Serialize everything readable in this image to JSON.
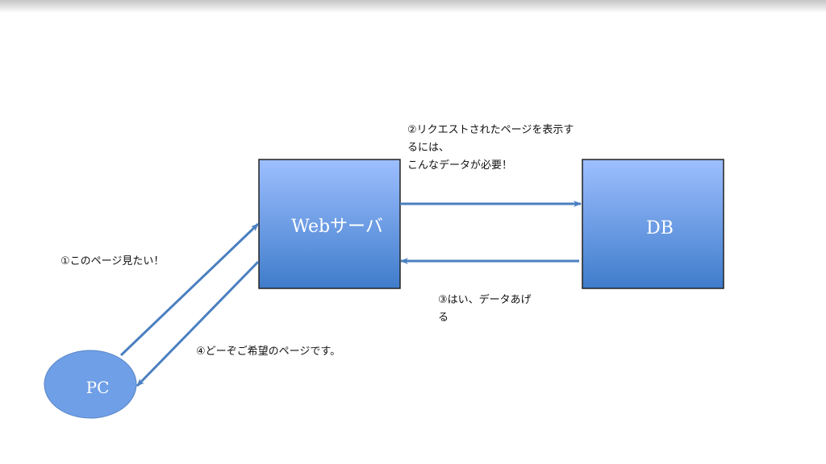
{
  "nodes": {
    "web_server": "Webサーバ",
    "db": "DB",
    "pc": "PC"
  },
  "labels": {
    "step1": "①このページ見たい！",
    "step2_line1": "②リクエストされたページを表示す",
    "step2_line2": "るには、",
    "step2_line3": "こんなデータが必要！",
    "step3_line1": "③はい、データあげ",
    "step3_line2": "る",
    "step4": "④どーぞご希望のページです。"
  },
  "colors": {
    "box_top": "#9dbfff",
    "box_bottom": "#3f7ccb",
    "pc_fill": "#6f9fe6",
    "arrow": "#4a7fc0"
  }
}
